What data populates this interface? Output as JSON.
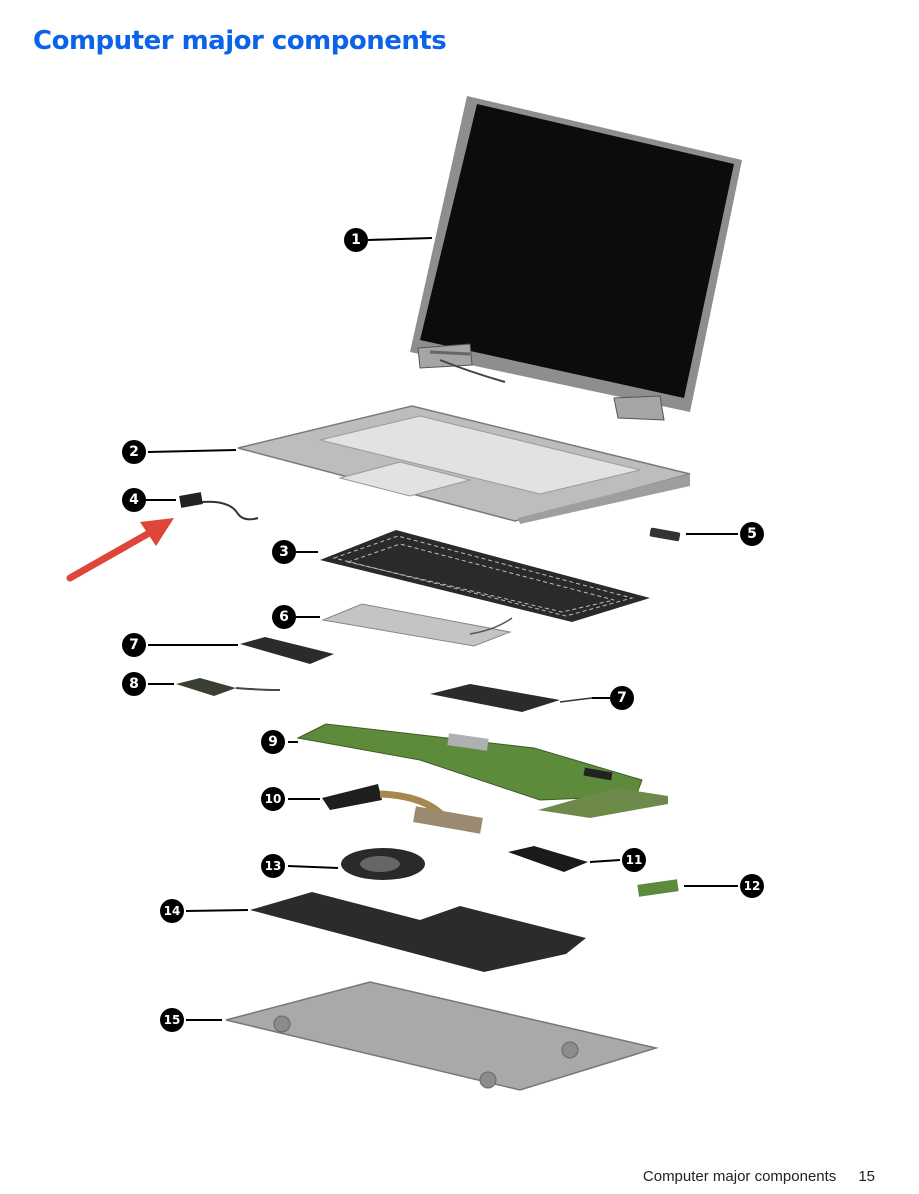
{
  "page": {
    "title": "Computer major components",
    "footer_text": "Computer major components",
    "page_number": "15"
  },
  "callouts": [
    {
      "id": "1",
      "label": "1"
    },
    {
      "id": "2",
      "label": "2"
    },
    {
      "id": "3",
      "label": "3"
    },
    {
      "id": "4",
      "label": "4"
    },
    {
      "id": "5",
      "label": "5"
    },
    {
      "id": "6",
      "label": "6"
    },
    {
      "id": "7a",
      "label": "7"
    },
    {
      "id": "7b",
      "label": "7"
    },
    {
      "id": "8",
      "label": "8"
    },
    {
      "id": "9",
      "label": "9"
    },
    {
      "id": "10",
      "label": "10"
    },
    {
      "id": "11",
      "label": "11"
    },
    {
      "id": "12",
      "label": "12"
    },
    {
      "id": "13",
      "label": "13"
    },
    {
      "id": "14",
      "label": "14"
    },
    {
      "id": "15",
      "label": "15"
    }
  ],
  "colors": {
    "title": "#0a63e8",
    "arrow": "#e0453a",
    "board_green": "#5e8a3c",
    "badge": "#000000"
  }
}
